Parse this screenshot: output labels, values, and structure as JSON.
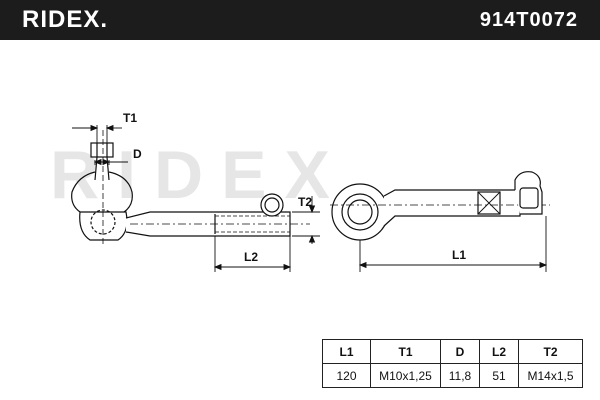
{
  "header": {
    "brand": "RIDEX.",
    "part_number": "914T0072"
  },
  "watermark": "RIDEX",
  "diagram_labels": {
    "t1": "T1",
    "d": "D",
    "t2": "T2",
    "l2": "L2",
    "l1": "L1"
  },
  "spec_table": {
    "headers": [
      "L1",
      "T1",
      "D",
      "L2",
      "T2"
    ],
    "values": [
      "120",
      "M10x1,25",
      "11,8",
      "51",
      "M14x1,5"
    ]
  }
}
